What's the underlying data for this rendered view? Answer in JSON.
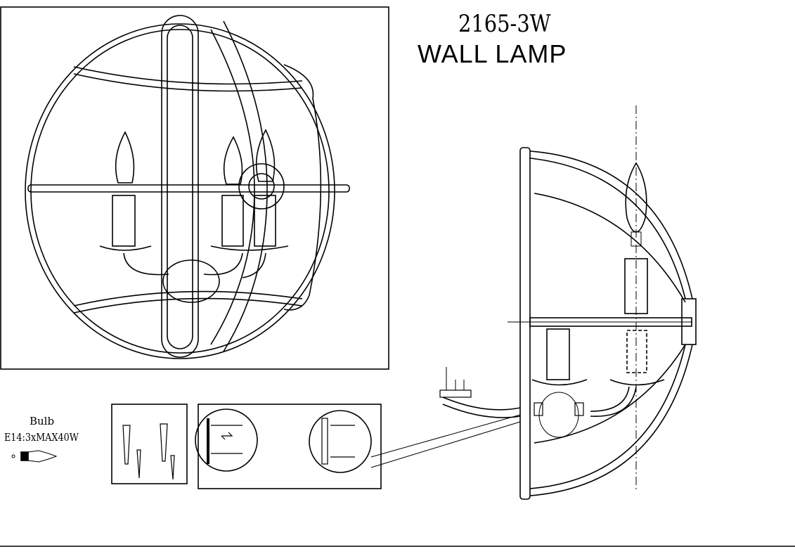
{
  "header": {
    "model_number": "2165-3W",
    "title": "WALL LAMP"
  },
  "bulb": {
    "label": "Bulb",
    "spec": "E14:3xMAX40W"
  }
}
